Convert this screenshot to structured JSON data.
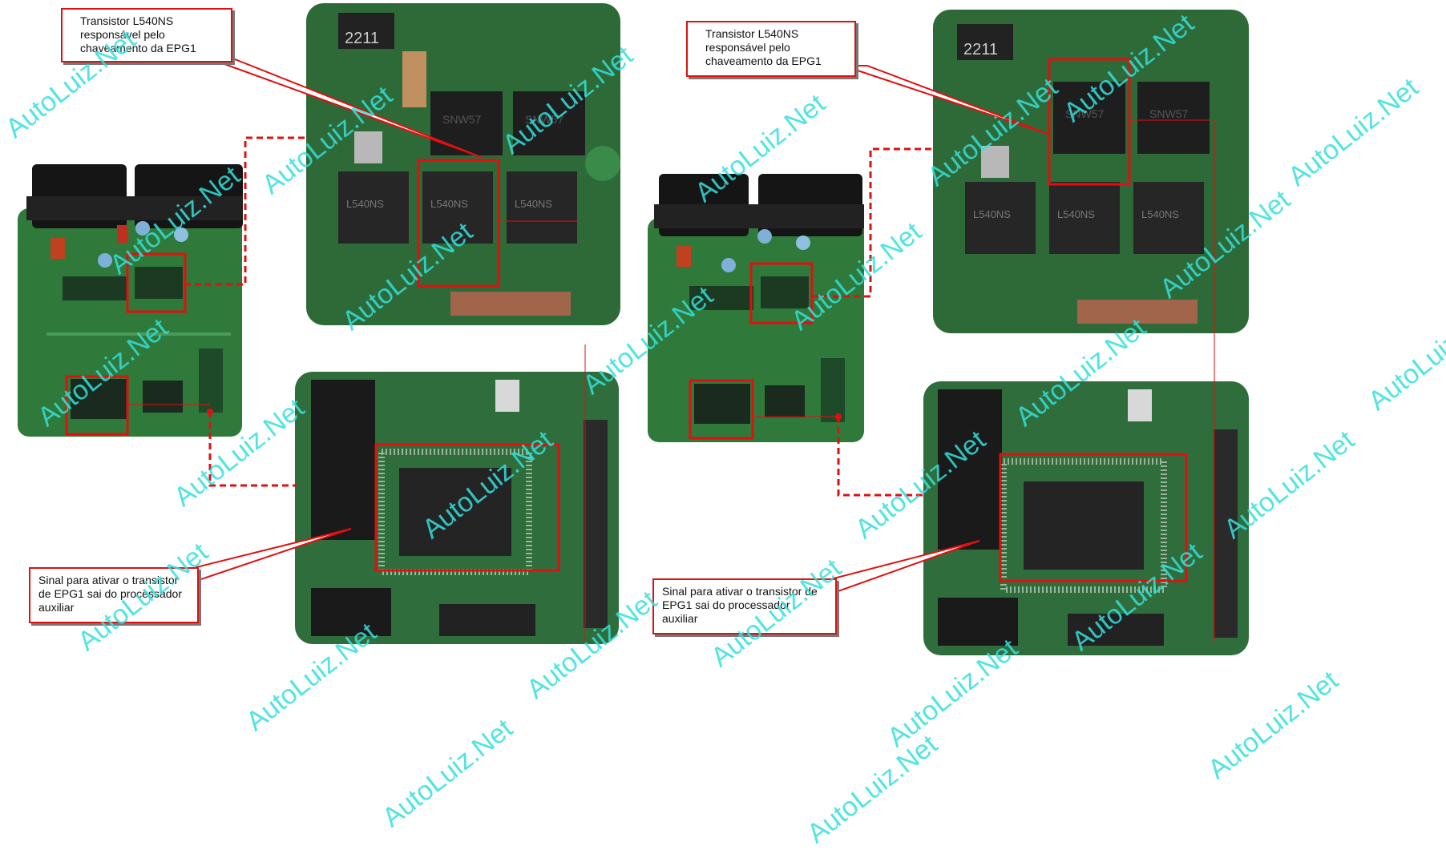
{
  "panels": [
    {
      "transistor_callout": "Transistor L540NS responsável pelo chaveamento da EPG1",
      "signal_callout": "Sinal para ativar o transistor de EPG1 sai do processador auxiliar",
      "chip_labels": [
        "L540NS",
        "L540NS",
        "L540NS"
      ],
      "top_markings": [
        "2211",
        "SNW57",
        "SNW57"
      ]
    },
    {
      "transistor_callout": "Transistor L540NS responsável pelo chaveamento da EPG1",
      "signal_callout": "Sinal para ativar o transistor de EPG1 sai do processador auxiliar",
      "chip_labels": [
        "L540NS",
        "L540NS",
        "L540NS"
      ],
      "top_markings": [
        "2211",
        "SNW57",
        "SNW57"
      ]
    }
  ],
  "watermark": "AutoLuiz.Net",
  "colors": {
    "highlight": "#e01010",
    "pcb": "#2f7a3a",
    "watermark": "#34e0dc"
  }
}
